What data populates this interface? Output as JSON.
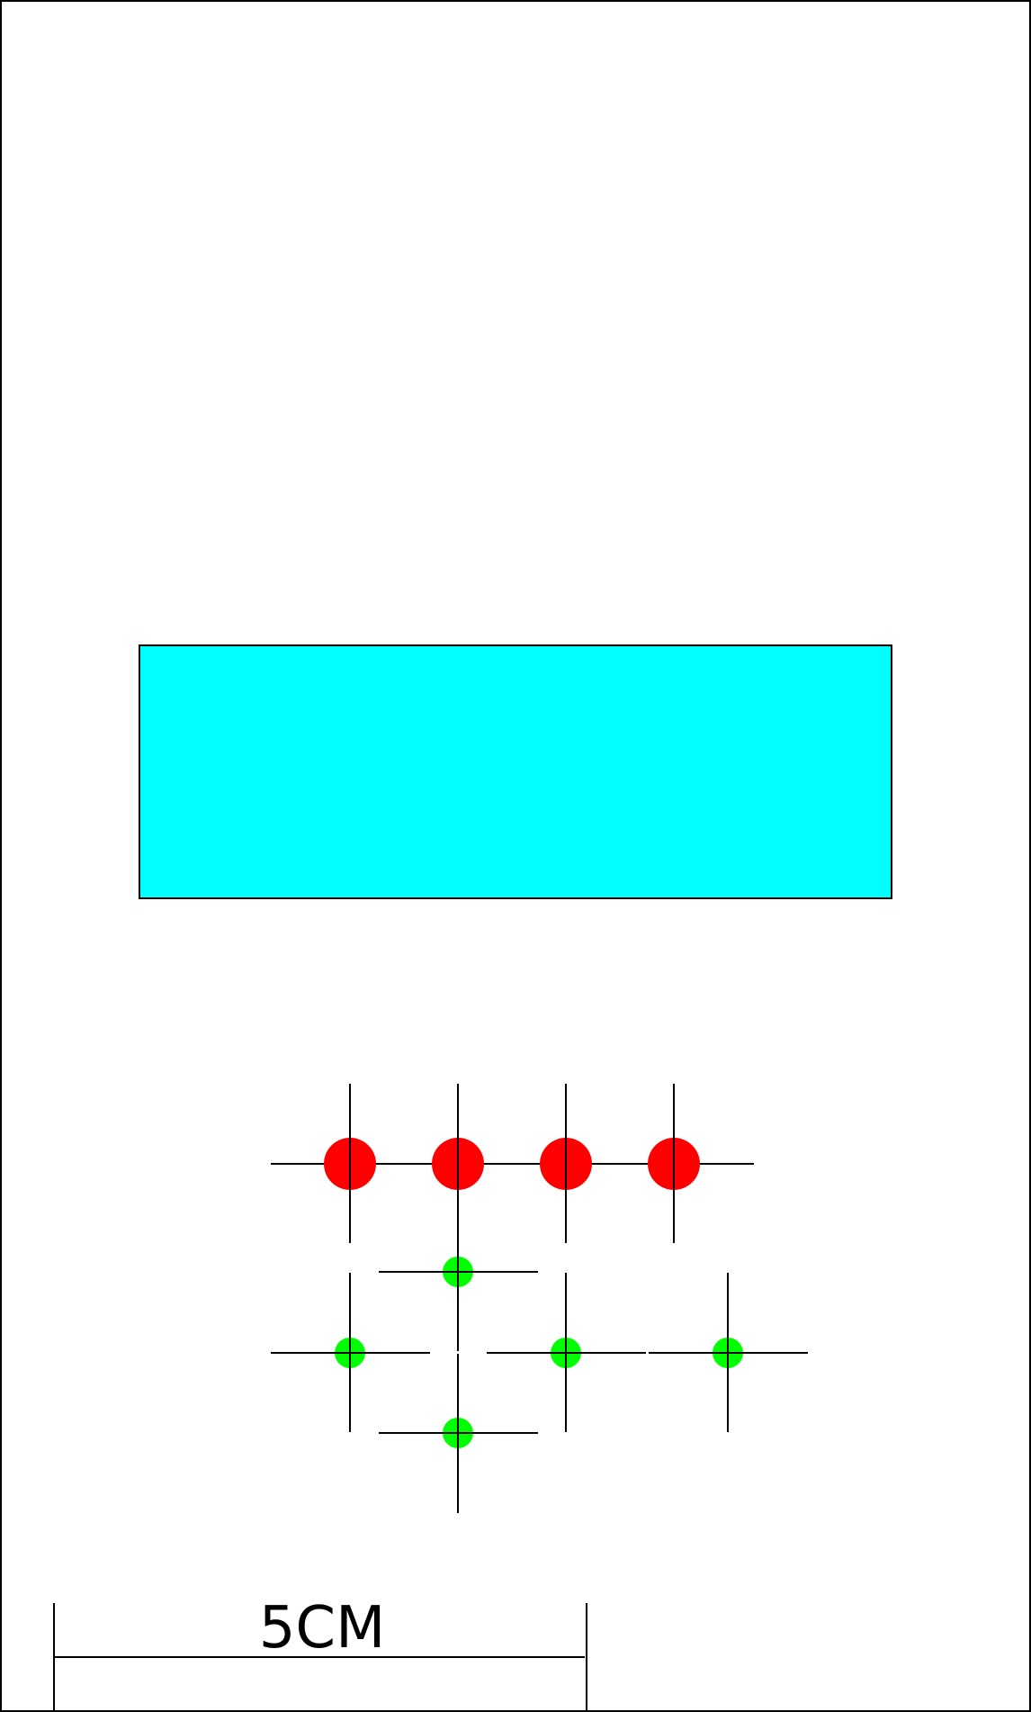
{
  "colors": {
    "background": "#ffffff",
    "outline": "#000000",
    "panel_fill": "#00ffff",
    "large_marker": "#ff0000",
    "small_marker": "#00ff00"
  },
  "scale_bar": {
    "label": "5CM"
  },
  "markers": {
    "large_count": 4,
    "small_count": 5
  }
}
